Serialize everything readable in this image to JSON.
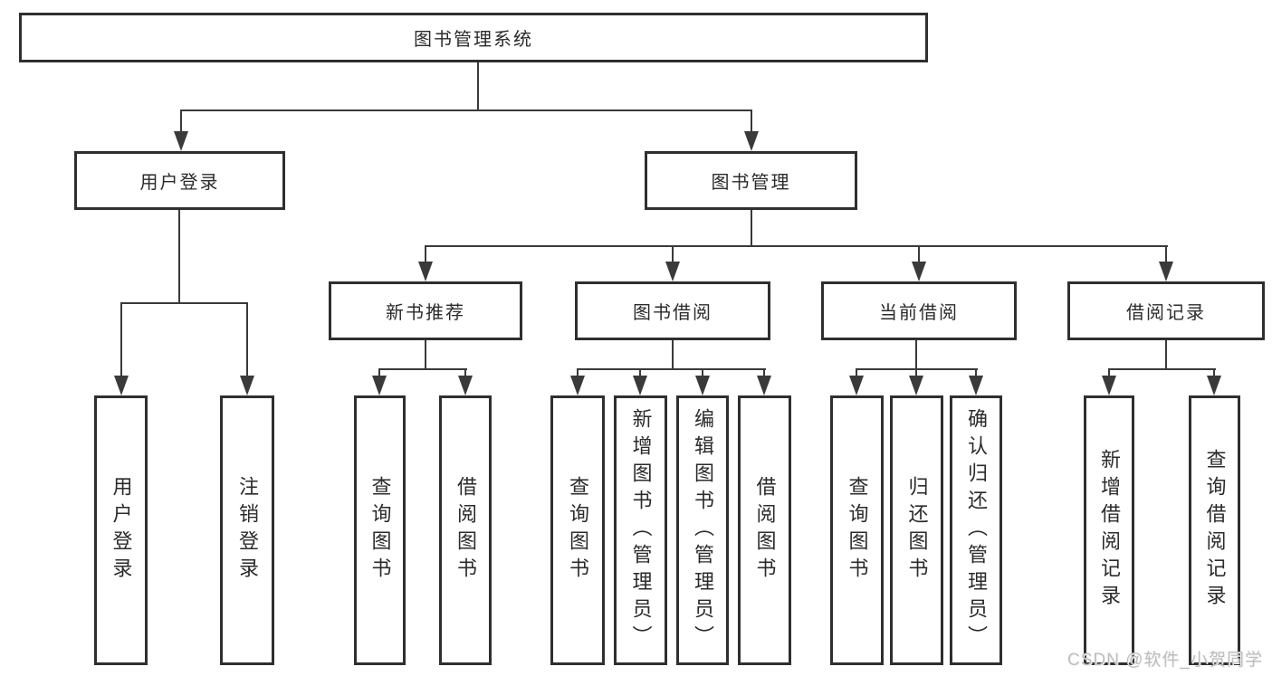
{
  "diagram": {
    "title": "图书管理系统",
    "tree": {
      "label": "图书管理系统",
      "children": [
        {
          "label": "用户登录",
          "children": [
            {
              "label": "用户登录"
            },
            {
              "label": "注销登录"
            }
          ]
        },
        {
          "label": "图书管理",
          "children": [
            {
              "label": "新书推荐",
              "children": [
                {
                  "label": "查询图书"
                },
                {
                  "label": "借阅图书"
                }
              ]
            },
            {
              "label": "图书借阅",
              "children": [
                {
                  "label": "查询图书"
                },
                {
                  "label": "新增图书（管理员）"
                },
                {
                  "label": "编辑图书（管理员）"
                },
                {
                  "label": "借阅图书"
                }
              ]
            },
            {
              "label": "当前借阅",
              "children": [
                {
                  "label": "查询图书"
                },
                {
                  "label": "归还图书"
                },
                {
                  "label": "确认归还（管理员）"
                }
              ]
            },
            {
              "label": "借阅记录",
              "children": [
                {
                  "label": "新增借阅记录"
                },
                {
                  "label": "查询借阅记录"
                }
              ]
            }
          ]
        }
      ]
    },
    "watermark": "CSDN @软件_小贺同学",
    "colors": {
      "box_border": "#2f2f2f",
      "line": "#3a3a3a",
      "text": "#2b2b2b",
      "watermark": "#bdbdbd",
      "background": "#ffffff"
    }
  }
}
